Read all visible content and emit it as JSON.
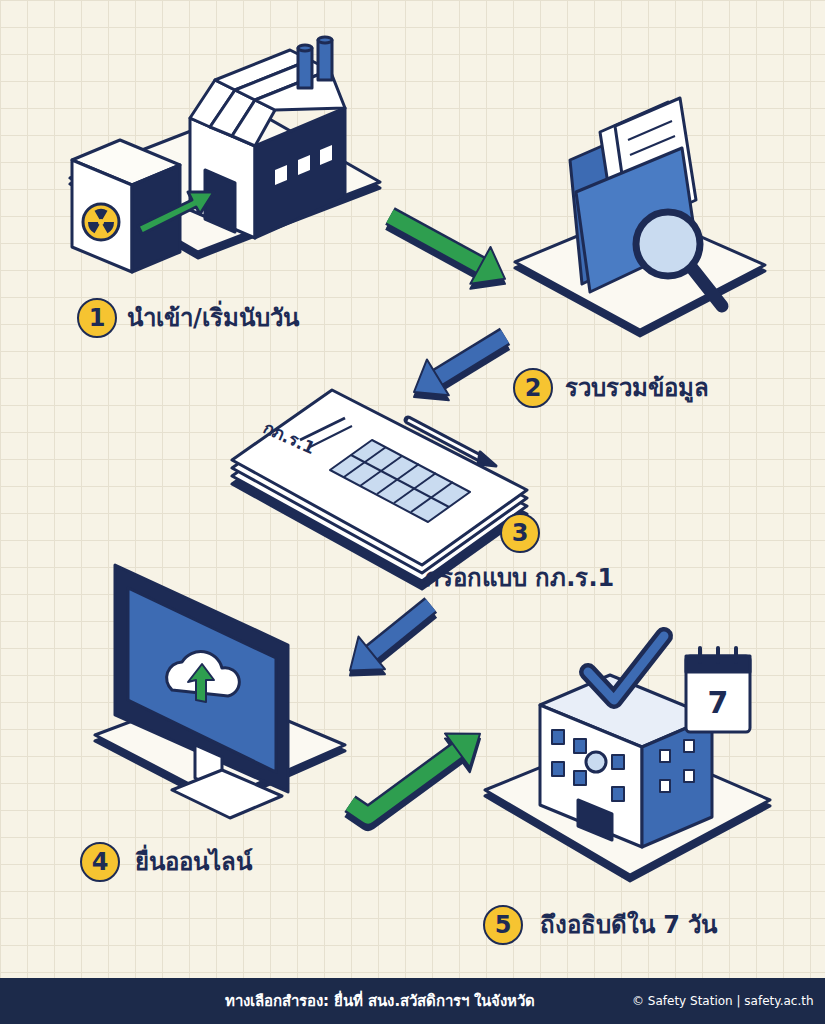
{
  "diagram": {
    "nodes": [
      {
        "text": [
          "1",
          "นำเข้า/เริ่มนับวัน"
        ]
      },
      {
        "text": [
          "2",
          "รวบรวมข้อมูล"
        ]
      },
      {
        "text": [
          "3",
          "กรอกแบบ กภ.ร.1"
        ]
      },
      {
        "text": [
          "4",
          "ยื่นออนไลน์"
        ]
      },
      {
        "text": [
          "5",
          "ถึงอธิบดีใน 7 วัน"
        ]
      },
      {
        "text": [
          "ทางเลือกสำรอง: ยื่นที่ สนง.สวัสดิการฯ ในจังหวัด",
          "© Safety Station | safety.ac.th"
        ]
      }
    ],
    "edges": [
      {
        "from": 0,
        "to": 1,
        "arrow": "to"
      },
      {
        "from": 1,
        "to": 2,
        "arrow": "to"
      },
      {
        "from": 2,
        "to": 3,
        "arrow": "to"
      },
      {
        "from": 3,
        "to": 4,
        "arrow": "to"
      }
    ],
    "labels": [
      "กภ.ร.1",
      "7"
    ]
  }
}
